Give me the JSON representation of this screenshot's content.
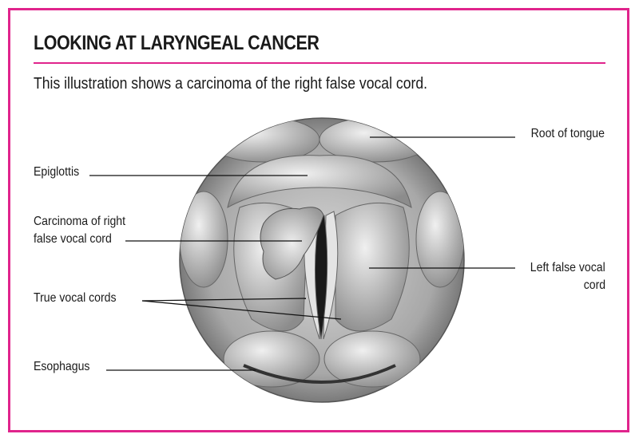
{
  "title": "LOOKING AT LARYNGEAL CANCER",
  "subtitle": "This illustration shows a carcinoma of the right false vocal cord.",
  "labels": {
    "root_of_tongue": "Root of tongue",
    "epiglottis": "Epiglottis",
    "carcinoma_line1": "Carcinoma of right",
    "carcinoma_line2": "false vocal cord",
    "true_vocal_cords": "True vocal cords",
    "esophagus": "Esophagus",
    "left_false_line1": "Left false vocal",
    "left_false_line2": "cord"
  },
  "colors": {
    "accent": "#e0248c"
  }
}
